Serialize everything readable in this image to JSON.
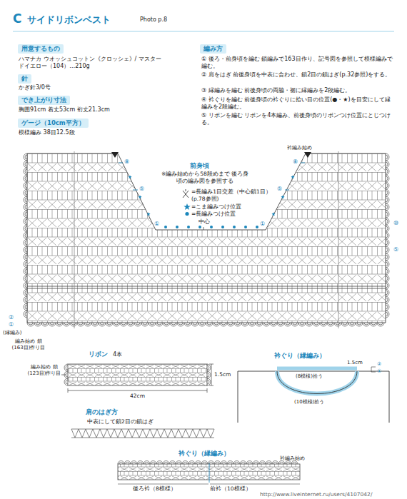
{
  "diagram": {
    "title": "サイドリボンベスト",
    "nodes": [
      {
        "text": [
          "用意するもの"
        ]
      },
      {
        "text": [
          "針"
        ]
      },
      {
        "text": [
          "でき上がり寸法"
        ]
      },
      {
        "text": [
          "ゲージ（10cm平方）"
        ]
      },
      {
        "text": [
          "編み方"
        ]
      }
    ],
    "labels": [
      "C",
      "Photo p.8",
      "ハマナカ ウオッシュコットン《クロッシェ》/ マスタードイエロー（104）…210g",
      "かぎ針3/0号",
      "胸囲91cm 着丈53cm 裄丈21.3cm",
      "模様編み 38目12.5段",
      "① 後ろ・前身頃を編む 鎖編みで163目作り、記号図を参照して模様編みで編む。",
      "② 肩をはぎ 前後身頃を中表に合わせ、鎖2目の鎖はぎ(p.32参照)をする。",
      "③ 縁編みを編む 前後身頃の両脇・裾に縁編みを2段編む。",
      "④ 衿ぐりを編む 前後身頃の衿ぐりに拾い目の位置(●・★)を目安にして縁編みを2段編む。",
      "⑤ リボンを編む リボンを4本編み、前後身頃のリボンつけ位置にとじつける。",
      "前身頃",
      "※編み始めから58段めまで 後ろ身頃の編み図を参照する",
      "中心",
      "衿編み始め",
      "⑧",
      "⑤",
      "①",
      "⑧",
      "⑤",
      "①",
      "⑩",
      "⑤",
      "②",
      "①",
      "(縁編み)",
      "編み始め 鎖(163目)作り目",
      "リボン",
      "4本",
      "編み始め 鎖(123目)作り目",
      "1.5cm",
      "42cm",
      "肩のはぎ方",
      "中表にして鎖2目の鎖はぎ",
      "衿ぐり（縁編み）",
      "(8模様)拾う",
      "1.5cm",
      "②",
      "①",
      "(10模様)拾う",
      "衿ぐり（縁編み）",
      "衿編み始め",
      "後ろ衿（8模様）",
      "前衿（10模様）",
      "http://www.liveinternet.ru/users/4107042/"
    ],
    "legend": [
      {
        "text": "=長編み1目交差（中心鎖1目） (p.78参照)"
      },
      {
        "text": "=こま編みつけ位置"
      },
      {
        "text": "=長編みつけ位置"
      }
    ]
  }
}
